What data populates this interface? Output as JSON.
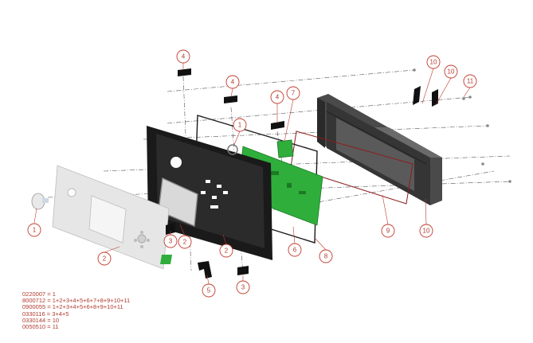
{
  "callouts": [
    {
      "label": "1"
    },
    {
      "label": "2"
    },
    {
      "label": "2"
    },
    {
      "label": "2"
    },
    {
      "label": "3"
    },
    {
      "label": "3"
    },
    {
      "label": "4"
    },
    {
      "label": "4"
    },
    {
      "label": "4"
    },
    {
      "label": "5"
    },
    {
      "label": "6"
    },
    {
      "label": "7"
    },
    {
      "label": "8"
    },
    {
      "label": "9"
    },
    {
      "label": "10"
    },
    {
      "label": "10"
    },
    {
      "label": "10"
    },
    {
      "label": "11"
    },
    {
      "label": "1"
    }
  ],
  "bom": [
    "0220007 = 1",
    "8000712 = 1+2+3+4+5+6+7+8+9+10+11",
    "0900055 = 1+2+3+4+5+6+8+9+10+11",
    "0330116 = 3+4+5",
    "0330144 = 10",
    "0050510 = 11"
  ],
  "colors": {
    "callout": "#c0392b",
    "bezel": "#1a1a1a",
    "housing": "#3a3a3a",
    "pcb": "#2fae3c",
    "front_plate": "#e6e6e6",
    "lcd": "#d9d9d9",
    "gasket": "#8e1b1b"
  }
}
